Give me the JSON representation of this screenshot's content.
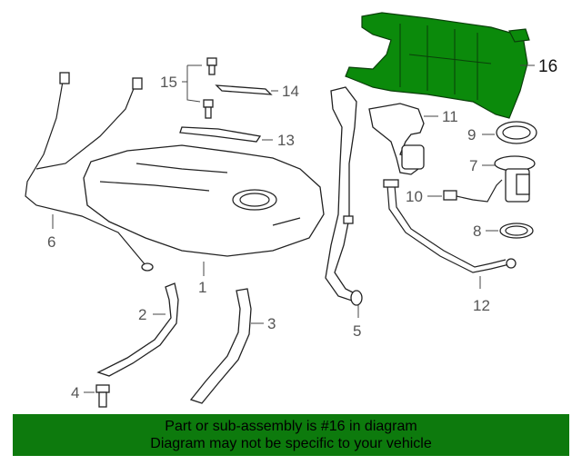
{
  "callouts": {
    "c1": "1",
    "c2": "2",
    "c3": "3",
    "c4": "4",
    "c5": "5",
    "c6": "6",
    "c7": "7",
    "c8": "8",
    "c9": "9",
    "c10": "10",
    "c11": "11",
    "c12": "12",
    "c13": "13",
    "c14": "14",
    "c15": "15",
    "c16": "16"
  },
  "highlight_color": "#0b8a0b",
  "banner": {
    "line1": "Part or sub-assembly is #16 in diagram",
    "line2": "Diagram may not be specific to your vehicle",
    "background": "#0d7a0d"
  }
}
